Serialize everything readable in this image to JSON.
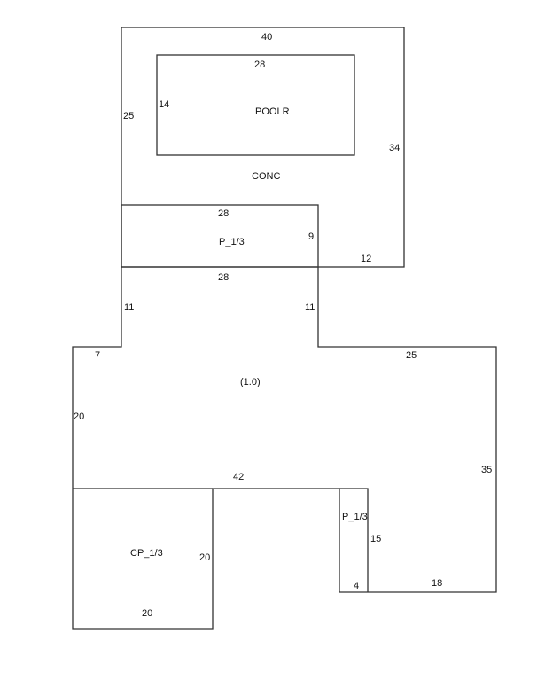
{
  "areas": {
    "conc": "CONC",
    "poolr": "POOLR",
    "patio_top": "P_1/3",
    "main": "(1.0)",
    "carport": "CP_1/3",
    "patio_small": "P_1/3"
  },
  "dimensions": {
    "conc_top": "40",
    "conc_left": "25",
    "conc_right": "34",
    "conc_bottom_right": "12",
    "pool_top": "28",
    "pool_left": "14",
    "patio_top_top": "28",
    "patio_top_right": "9",
    "patio_top_bottom": "28",
    "main_left_upper": "11",
    "main_right_upper": "11",
    "main_step_left": "7",
    "main_step_right": "25",
    "main_left": "20",
    "main_right": "35",
    "main_bottom": "42",
    "carport_right": "20",
    "carport_bottom": "20",
    "patio_small_right": "15",
    "patio_small_bottom": "4",
    "main_bottom_right": "18"
  }
}
